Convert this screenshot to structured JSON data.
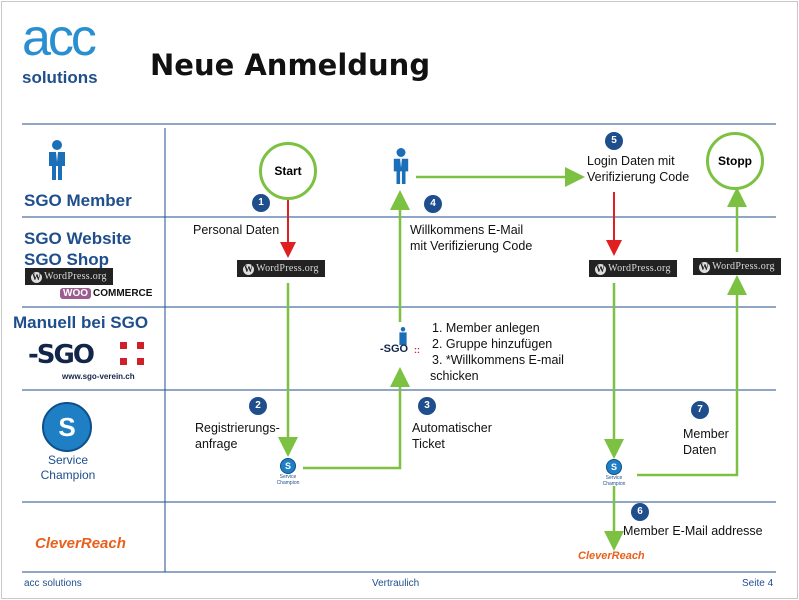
{
  "logo": {
    "brand": "acc",
    "tagline": "solutions"
  },
  "title": "Neue Anmeldung",
  "lanes": [
    {
      "label": "SGO Member"
    },
    {
      "label": "SGO Website",
      "label2": "SGO Shop",
      "wordpress": "WordPress.org",
      "woo": "WOO",
      "commerce": "COMMERCE"
    },
    {
      "label": "Manuell bei SGO",
      "sgo_url": "www.sgo-verein.ch"
    },
    {
      "label": "Service",
      "label2": "Champion"
    },
    {
      "label": "CleverReach"
    }
  ],
  "nodes": {
    "start": "Start",
    "stop": "Stopp",
    "wordpress": "WordPress.org",
    "service_champion": "Service Champion",
    "cleverreach": "CleverReach"
  },
  "steps": [
    {
      "n": "1",
      "text": "Personal Daten"
    },
    {
      "n": "2",
      "text": "Registrierungs-",
      "text2": "anfrage"
    },
    {
      "n": "3",
      "text": "Automatischer",
      "text2": "Ticket"
    },
    {
      "n": "4",
      "text": "Willkommens E-Mail",
      "text2": "mit Verifizierung Code"
    },
    {
      "n": "5",
      "text": "Login Daten mit",
      "text2": "Verifizierung Code"
    },
    {
      "n": "6",
      "text": "Member E-Mail addresse"
    },
    {
      "n": "7",
      "text": "Member",
      "text2": "Daten"
    }
  ],
  "manual_list": [
    "1.   Member anlegen",
    "2.   Gruppe hinzufügen",
    "3.   *Willkommens E-mail",
    "schicken"
  ],
  "footer": {
    "left": "acc solutions",
    "center": "Vertraulich",
    "right": "Seite 4"
  },
  "colors": {
    "lane_blue": "#1f4e8c",
    "green": "#7cc142",
    "red": "#e02020"
  }
}
